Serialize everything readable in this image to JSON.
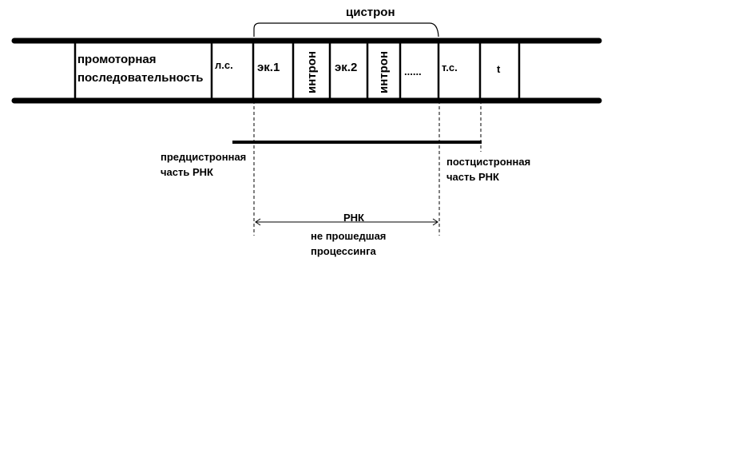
{
  "diagram": {
    "cistron_label": "цистрон",
    "segments": {
      "promoter_line1": "промоторная",
      "promoter_line2": "последовательность",
      "leader": "л.с.",
      "exon1": "эк.1",
      "intron1": "интрон",
      "exon2": "эк.2",
      "intron2": "интрон",
      "ellipsis": "......",
      "terminator": "т.с.",
      "t": "t"
    },
    "pre_cistronic_line1": "предцистронная",
    "pre_cistronic_line2": "часть РНК",
    "post_cistronic_line1": "постцистронная",
    "post_cistronic_line2": "часть РНК",
    "rna_label": "РНК",
    "unprocessed_line1": "не прошедшая",
    "unprocessed_line2": "процессинга"
  }
}
